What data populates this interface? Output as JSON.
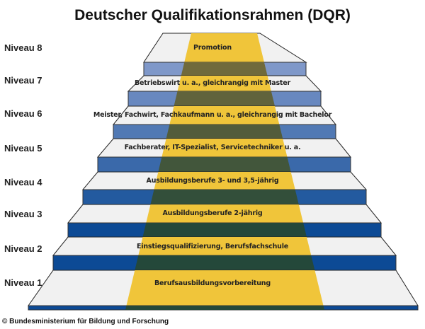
{
  "title": "Deutscher Qualifikationsrahmen (DQR)",
  "levels": [
    {
      "label": "Niveau 8",
      "description": "Promotion"
    },
    {
      "label": "Niveau 7",
      "description": "Betriebswirt u. a., gleichrangig mit Master"
    },
    {
      "label": "Niveau 6",
      "description": "Meister, Fachwirt, Fachkaufmann u. a., gleichrangig mit Bachelor"
    },
    {
      "label": "Niveau 5",
      "description": "Fachberater, IT-Spezialist, Servicetechniker u. a."
    },
    {
      "label": "Niveau 4",
      "description": "Ausbildungsberufe 3- und 3,5-jährig"
    },
    {
      "label": "Niveau 3",
      "description": "Ausbildungsberufe 2-jährig"
    },
    {
      "label": "Niveau 2",
      "description": "Einstiegsqualifizierung, Berufsfachschule"
    },
    {
      "label": "Niveau 1",
      "description": "Berufsausbildungsvorbereitung"
    }
  ],
  "copyright": "© Bundesministerium für Bildung und Forschung",
  "colors": {
    "tread": "#f1f1f1",
    "band": "#f0c53a",
    "riser_light": "#7f98c9",
    "riser_dark": "#0c4a95"
  }
}
